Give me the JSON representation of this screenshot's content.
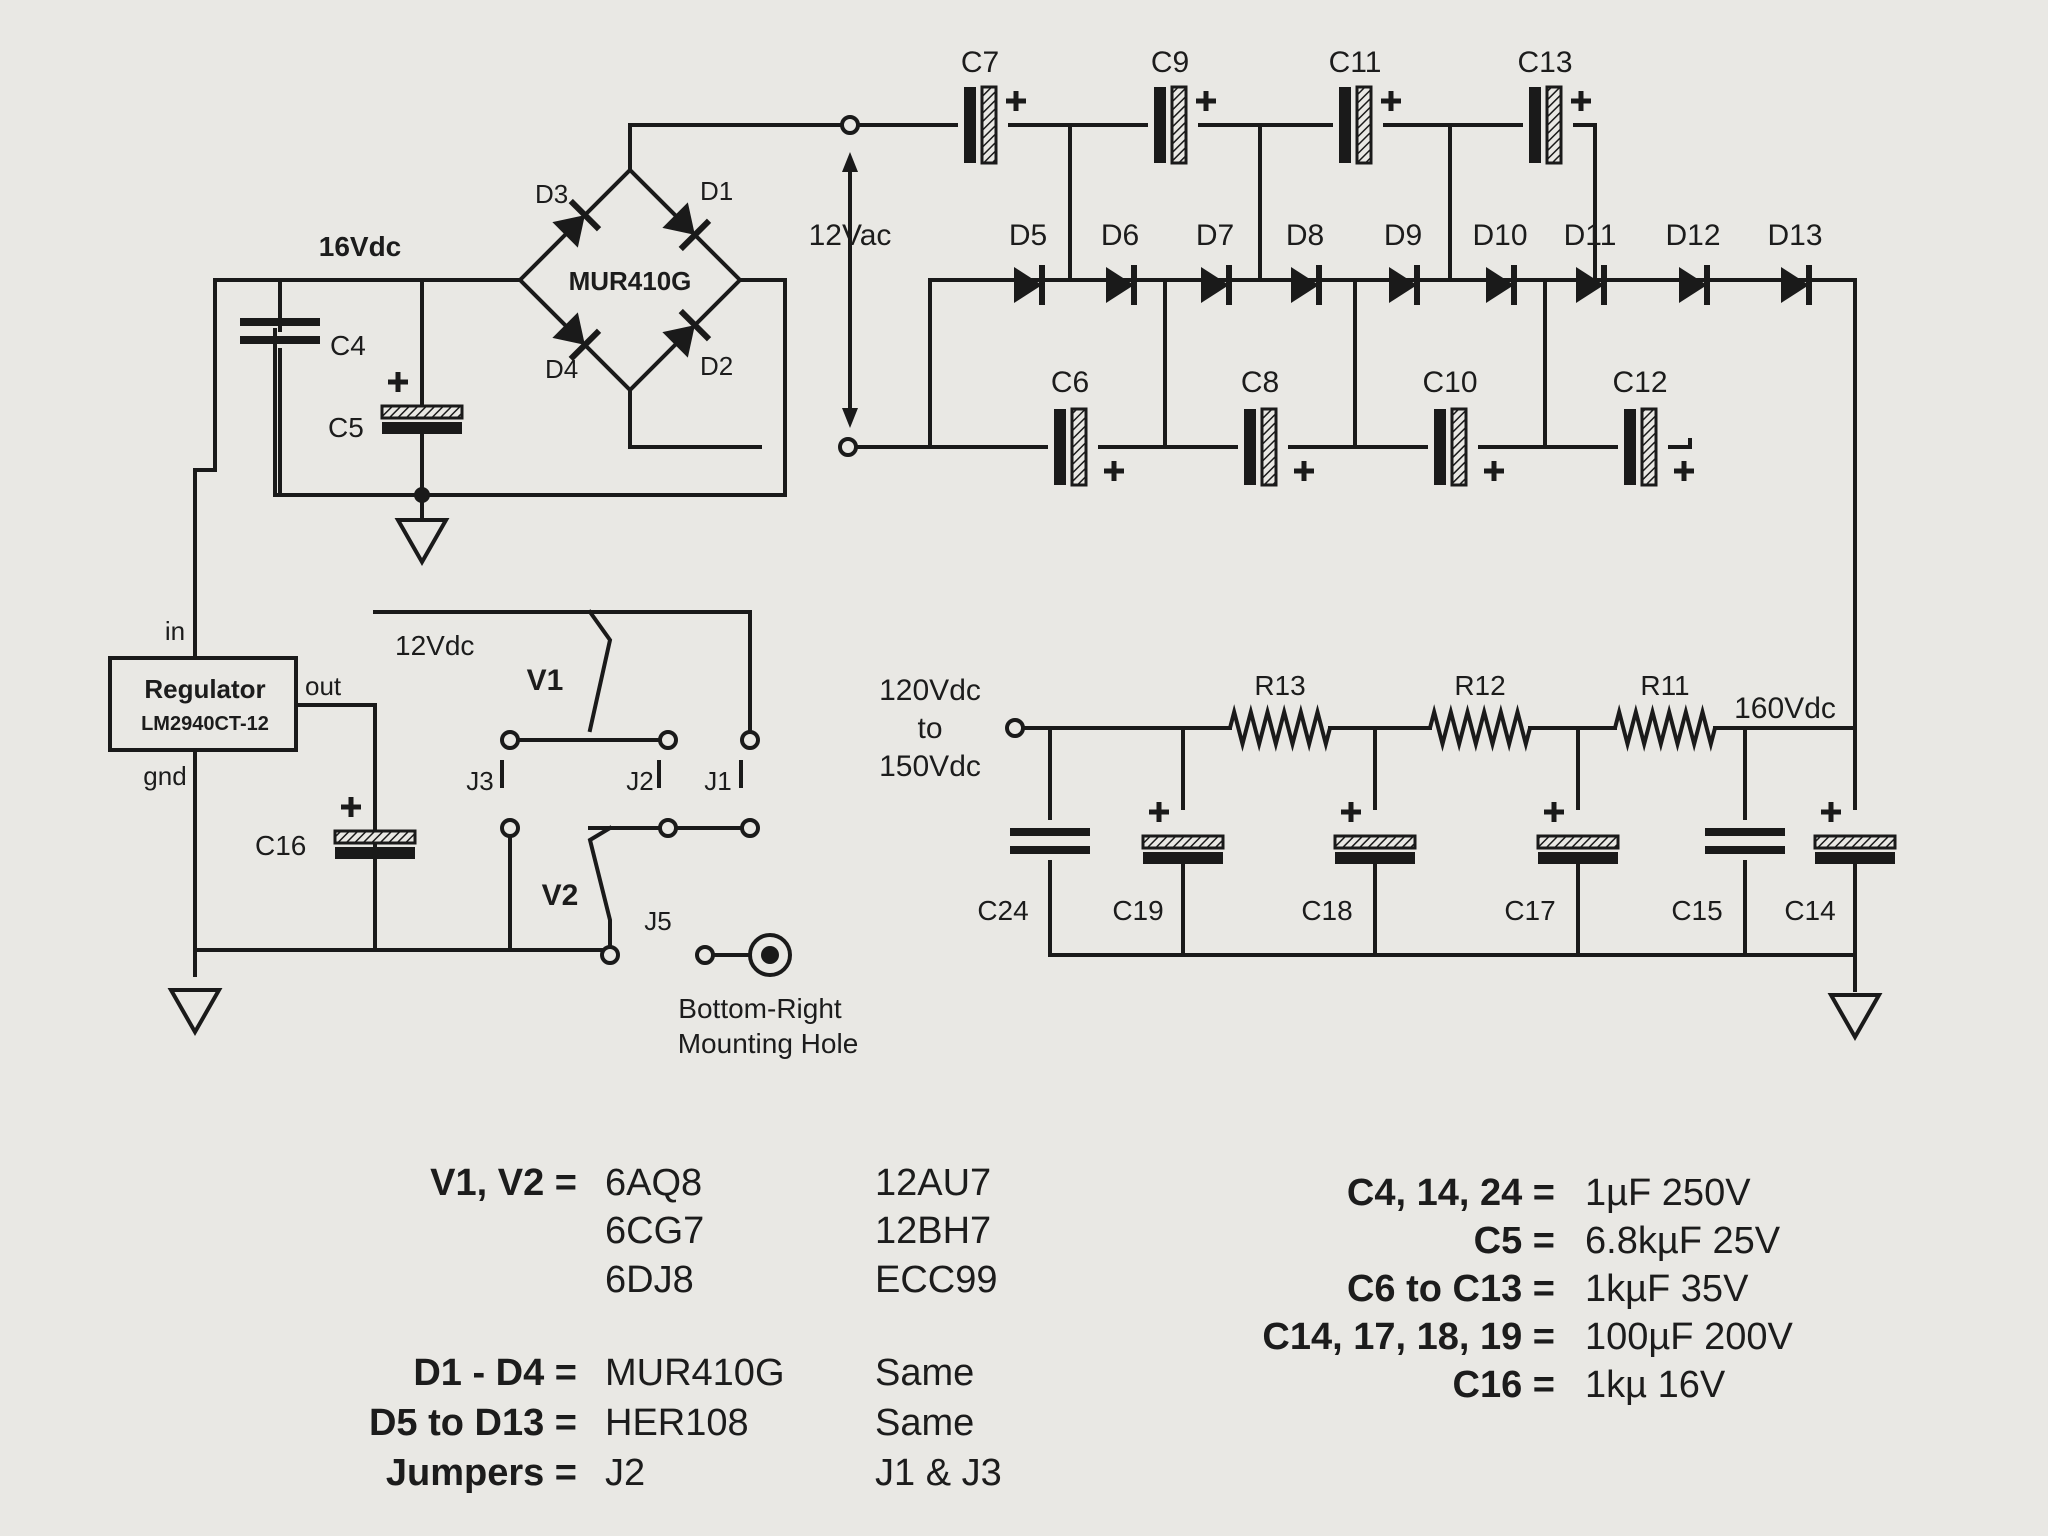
{
  "bridge": {
    "part": "MUR410G",
    "d1": "D1",
    "d2": "D2",
    "d3": "D3",
    "d4": "D4",
    "v16": "16Vdc",
    "v12ac": "12Vac"
  },
  "top_caps": [
    "C7",
    "C9",
    "C11",
    "C13"
  ],
  "bottom_caps": [
    "C6",
    "C8",
    "C10",
    "C12"
  ],
  "chain_diodes": [
    "D5",
    "D6",
    "D7",
    "D8",
    "D9",
    "D10",
    "D11",
    "D12",
    "D13"
  ],
  "left": {
    "c4": "C4",
    "c5": "C5",
    "c16": "C16",
    "reg_title": "Regulator",
    "reg_part": "LM2940CT-12",
    "pin_in": "in",
    "pin_out": "out",
    "pin_gnd": "gnd",
    "v12dc": "12Vdc"
  },
  "tubes": {
    "v1": "V1",
    "v2": "V2",
    "j1": "J1",
    "j2": "J2",
    "j3": "J3",
    "j5": "J5",
    "hole1": "Bottom-Right",
    "hole2": "Mounting Hole"
  },
  "filter": {
    "in1": "120Vdc",
    "in2": "to",
    "in3": "150Vdc",
    "out": "160Vdc",
    "resistors": [
      "R13",
      "R12",
      "R11"
    ],
    "caps": [
      "C24",
      "C19",
      "C18",
      "C17",
      "C15",
      "C14"
    ]
  },
  "table_left": [
    {
      "key": "V1, V2 =",
      "a": "6AQ8",
      "b": "12AU7"
    },
    {
      "key": "",
      "a": "6CG7",
      "b": "12BH7"
    },
    {
      "key": "",
      "a": "6DJ8",
      "b": "ECC99"
    },
    {
      "key": "D1 - D4 =",
      "a": "MUR410G",
      "b": "Same"
    },
    {
      "key": "D5 to D13 =",
      "a": "HER108",
      "b": "Same"
    },
    {
      "key": "Jumpers =",
      "a": "J2",
      "b": "J1 & J3"
    }
  ],
  "table_right": [
    {
      "key": "C4, 14, 24 =",
      "val": "1µF 250V"
    },
    {
      "key": "C5 =",
      "val": "6.8kµF 25V"
    },
    {
      "key": "C6 to C13 =",
      "val": "1kµF 35V"
    },
    {
      "key": "C14, 17, 18, 19 =",
      "val": "100µF 200V"
    },
    {
      "key": "C16 =",
      "val": "1kµ 16V"
    }
  ]
}
